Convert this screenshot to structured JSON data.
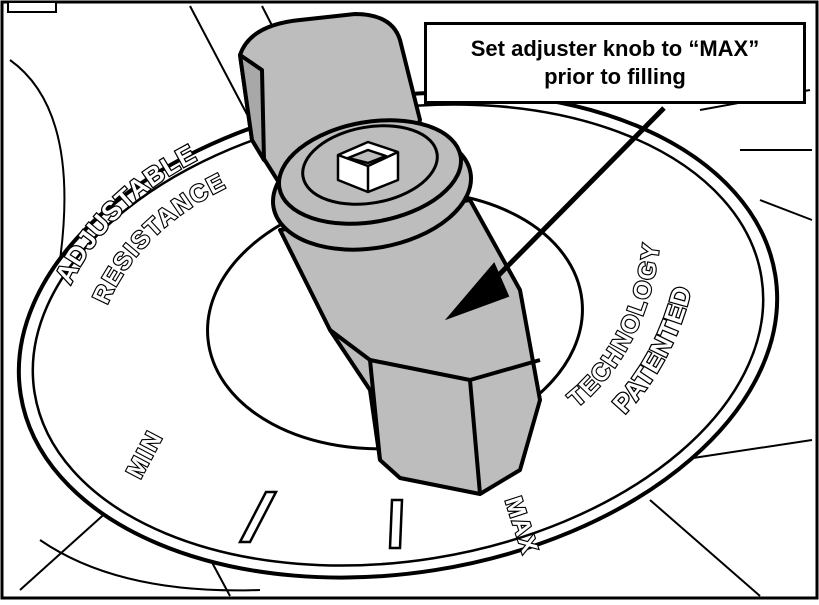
{
  "callout": {
    "line1": "Set adjuster knob to “MAX”",
    "line2": "prior to filling"
  },
  "dial": {
    "left_line1": "ADJUSTABLE",
    "left_line2": "RESISTANCE",
    "right_line1": "PATENTED",
    "right_line2": "TECHNOLOGY",
    "min_label": "MIN",
    "max_label": "MAX"
  },
  "colors": {
    "knob_fill": "#bdbdbd",
    "knob_shade": "#a8a8a8",
    "outline": "#000000",
    "background": "#ffffff"
  },
  "icons": {
    "knob_logo": "cube-logo-icon",
    "arrow": "arrow-icon"
  }
}
